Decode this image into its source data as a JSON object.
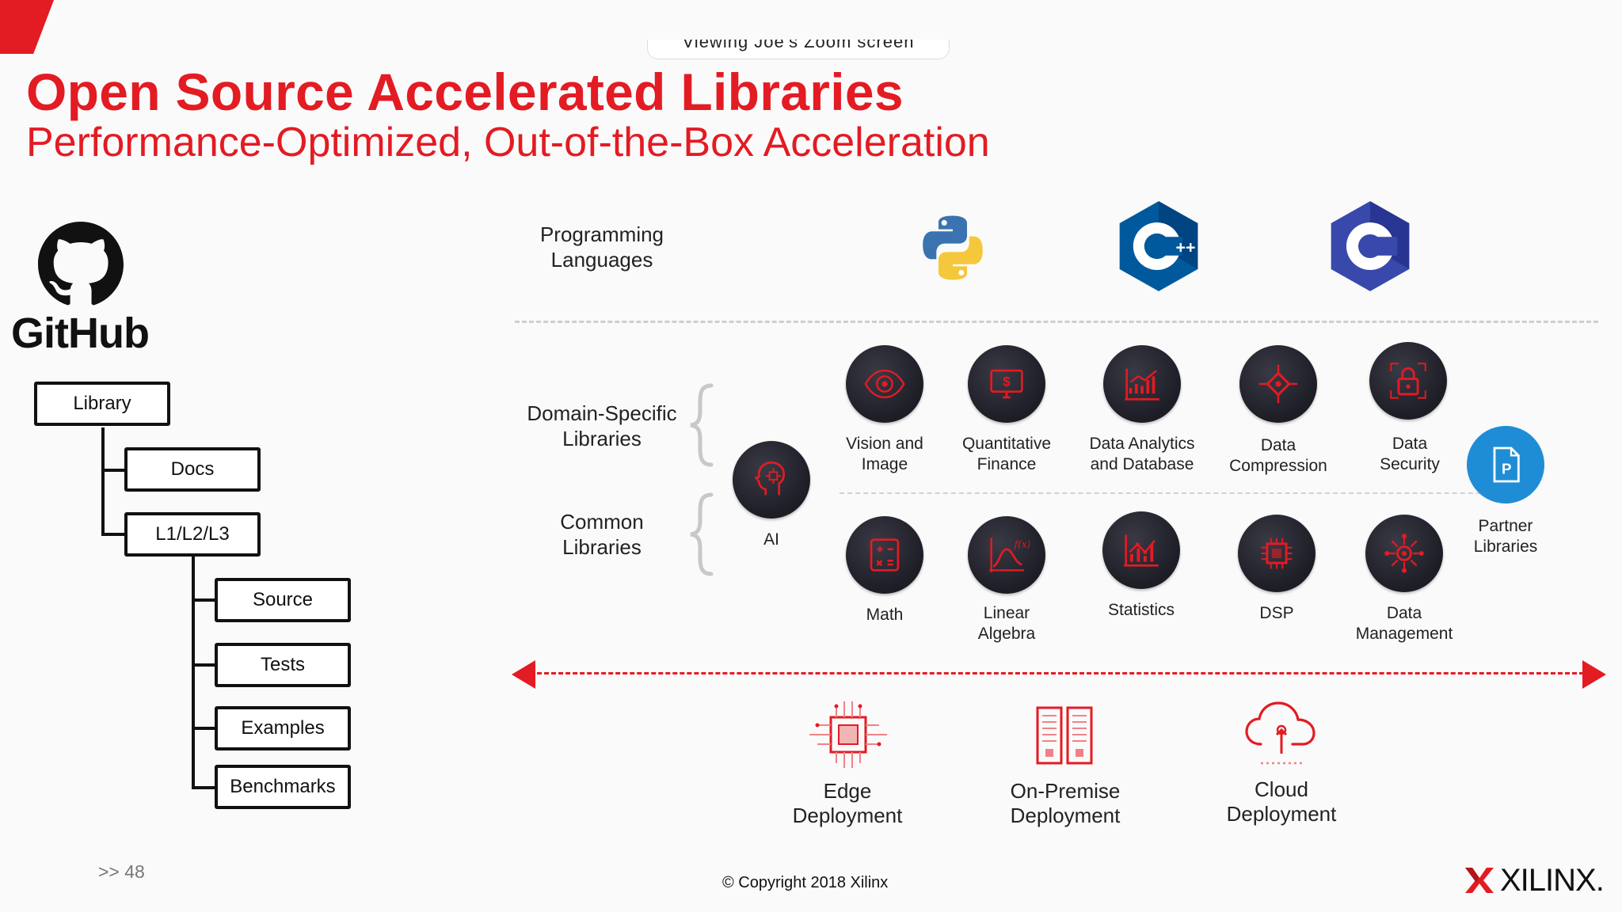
{
  "share_banner": "Viewing Joe's Zoom screen",
  "title": "Open Source Accelerated Libraries",
  "subtitle": "Performance-Optimized, Out-of-the-Box Acceleration",
  "github": {
    "wordmark": "GitHub",
    "tree": [
      "Library",
      "Docs",
      "L1/L2/L3",
      "Source",
      "Tests",
      "Examples",
      "Benchmarks"
    ]
  },
  "sections": {
    "programming_languages": "Programming\nLanguages",
    "domain_specific": "Domain-Specific\nLibraries",
    "common": "Common\nLibraries"
  },
  "languages": [
    "python-icon",
    "cpp-icon",
    "c-icon"
  ],
  "ai_label": "AI",
  "domain_libraries": [
    "Vision and\nImage",
    "Quantitative\nFinance",
    "Data Analytics\nand Database",
    "Data\nCompression",
    "Data\nSecurity"
  ],
  "common_libraries": [
    "Math",
    "Linear\nAlgebra",
    "Statistics",
    "DSP",
    "Data\nManagement"
  ],
  "partner_label": "Partner\nLibraries",
  "deployment": [
    "Edge\nDeployment",
    "On-Premise\nDeployment",
    "Cloud\nDeployment"
  ],
  "footer": {
    "page": ">> 48",
    "copyright": "© Copyright 2018 Xilinx",
    "brand": "XILINX."
  },
  "colors": {
    "accent": "#e31b23",
    "circle": "#23232c",
    "partner": "#1f8dd6"
  }
}
